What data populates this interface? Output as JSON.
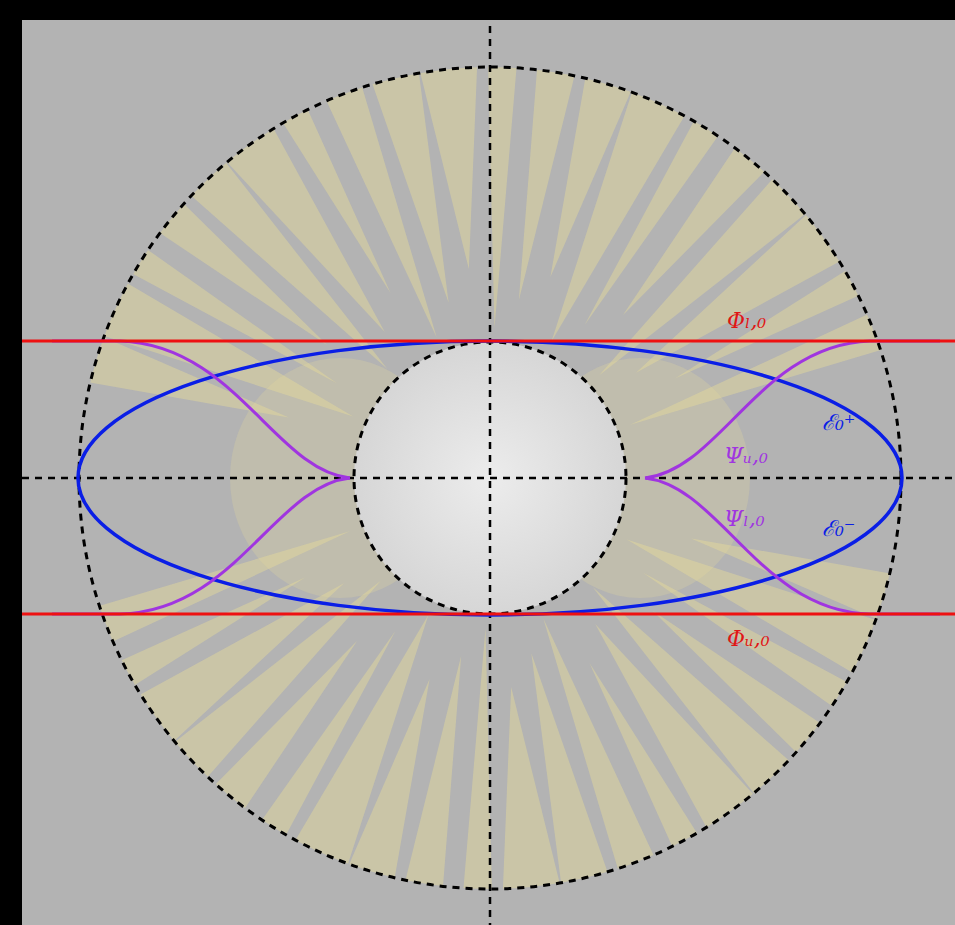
{
  "diagram": {
    "labels": [
      "Φₗ,₀",
      "ℰ₀⁺",
      "Ψᵤ,₀",
      "Ψₗ,₀",
      "ℰ₀⁻",
      "Φᵤ,₀"
    ]
  }
}
